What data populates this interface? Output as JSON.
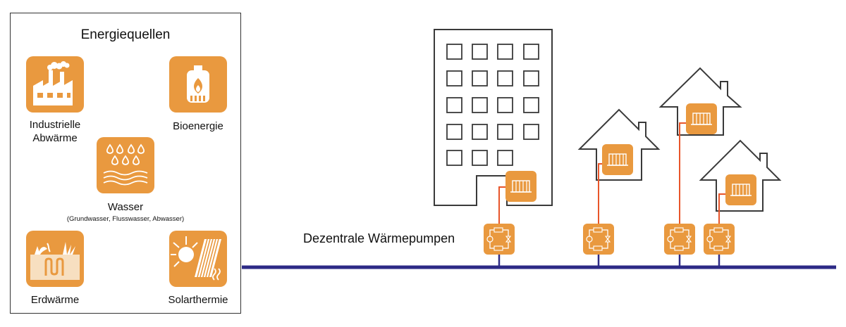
{
  "panel": {
    "title": "Energiequellen"
  },
  "sources": {
    "industrial": {
      "label_line1": "Industrielle",
      "label_line2": "Abwärme",
      "icon": "factory-icon"
    },
    "bio": {
      "label": "Bioenergie",
      "icon": "biomass-boiler-icon"
    },
    "water": {
      "label": "Wasser",
      "sublabel": "(Grundwasser, Flusswasser, Abwasser)",
      "icon": "water-drops-icon"
    },
    "geo": {
      "label": "Erdwärme",
      "icon": "geothermal-icon"
    },
    "solar": {
      "label": "Solarthermie",
      "icon": "solar-collector-icon"
    }
  },
  "scene": {
    "pump_label": "Dezentrale Wärmepumpen"
  },
  "colors": {
    "tile": "#e9993f",
    "pipe": "#e8552a",
    "grid_line": "#2d2a86",
    "outline": "#3a3a3a"
  }
}
